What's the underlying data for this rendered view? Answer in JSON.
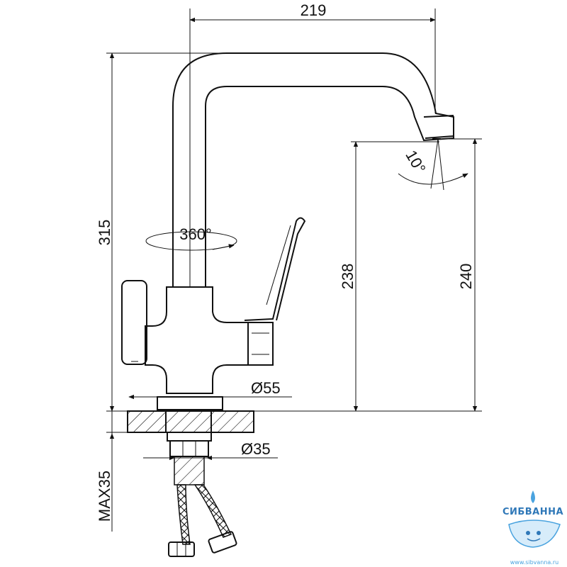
{
  "dimensions": {
    "spout_reach": "219",
    "total_height": "315",
    "spout_height": "238",
    "outlet_height": "240",
    "rotation": "360°",
    "tilt_angle": "10°",
    "base_diameter": "Ø55",
    "shank_diameter": "Ø35",
    "max_deck": "MAX35"
  },
  "watermark": {
    "brand": "СИБВАННА",
    "url": "www.sibvanna.ru"
  },
  "colors": {
    "line": "#111111",
    "watermark": "#2f78b8"
  }
}
